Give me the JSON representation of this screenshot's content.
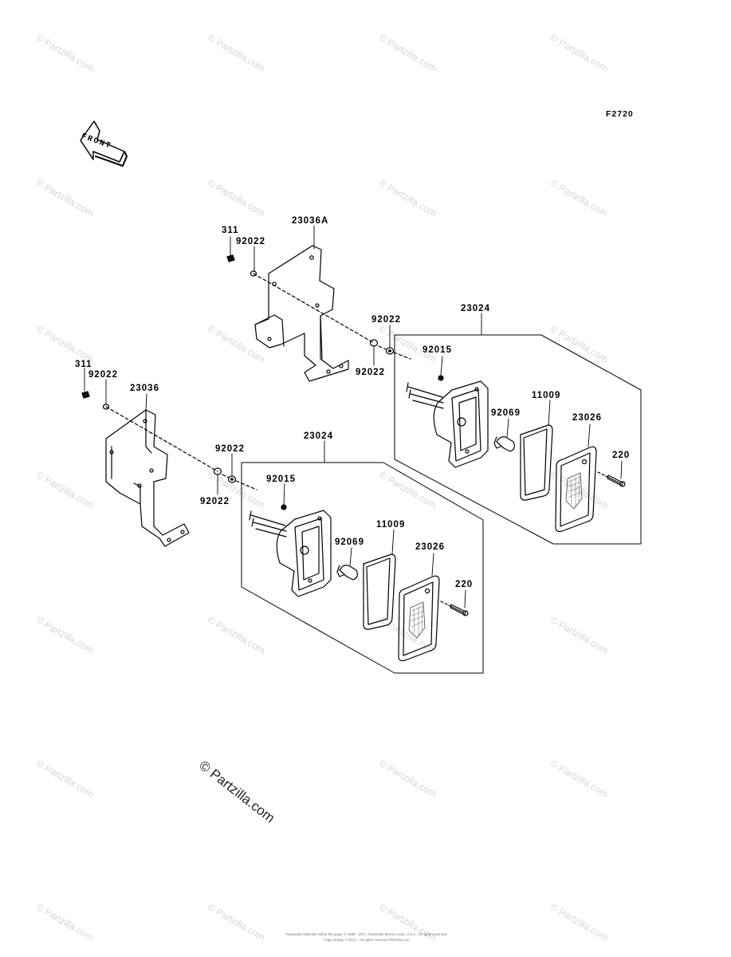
{
  "diagram_code": "F2720",
  "front_arrow": {
    "label": "FRONT"
  },
  "copyright_stamp": "© Partzilla.com",
  "watermark_text": "© Partzilla.com",
  "part_labels": {
    "nut_top": "311",
    "washer_top_a": "92022",
    "bracket_right": "23036A",
    "washer_top_b": "92022",
    "washer_top_c": "92022",
    "lamp_assy_top": "23024",
    "nut_lamp_top": "92015",
    "gasket_top": "11009",
    "bulb_top": "92069",
    "lens_top": "23026",
    "screw_top": "220",
    "nut_left": "311",
    "washer_left_a": "92022",
    "bracket_left": "23036",
    "washer_left_b": "92022",
    "washer_left_c": "92022",
    "lamp_assy_bottom": "23024",
    "nut_lamp_bottom": "92015",
    "gasket_bottom": "11009",
    "bulb_bottom": "92069",
    "lens_bottom": "23026",
    "screw_bottom": "220"
  },
  "footer": {
    "line1": "Kawasaki materials within this page © 1998 - 2017, Kawasaki Motors Corp. U.S.A. All rights reserved.",
    "line2": "Page design © 2017 - All rights reserved Partzilla.com"
  }
}
